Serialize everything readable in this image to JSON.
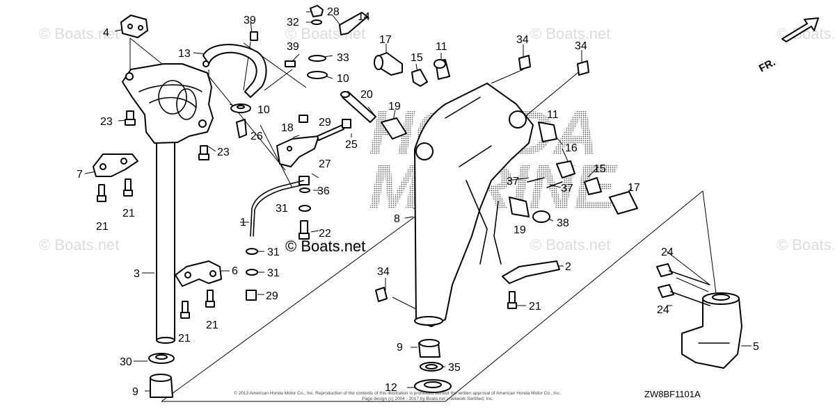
{
  "watermarks": [
    "© Boats.net",
    "© Boats.net",
    "© Boats.net",
    "© Boats.net",
    "© Boats.net",
    "© Boats.net",
    "© Boats.net",
    "© Boats.net"
  ],
  "center_watermark": "© Boats.net",
  "brand_watermark": [
    "HONDA",
    "MARINE"
  ],
  "direction_label": "FR.",
  "diagram_code": "ZW8BF1101A",
  "footer_lines": [
    "© 2013 American Honda Motor Co., Inc. Reproduction of the contents of this illustration is prohibited without the written approval of American Honda Motor Co., Inc.",
    "Page design (c) 2004 - 2017 by Boats.net / Network Sertified, Inc."
  ],
  "callouts": [
    "1",
    "2",
    "3",
    "4",
    "5",
    "6",
    "7",
    "8",
    "9",
    "9",
    "10",
    "10",
    "11",
    "11",
    "12",
    "13",
    "14",
    "15",
    "15",
    "16",
    "17",
    "17",
    "18",
    "19",
    "19",
    "20",
    "21",
    "21",
    "21",
    "21",
    "21",
    "22",
    "23",
    "23",
    "24",
    "24",
    "25",
    "26",
    "27",
    "28",
    "29",
    "29",
    "30",
    "31",
    "31",
    "31",
    "32",
    "33",
    "34",
    "34",
    "34",
    "35",
    "36",
    "37",
    "37",
    "38",
    "39",
    "39"
  ]
}
